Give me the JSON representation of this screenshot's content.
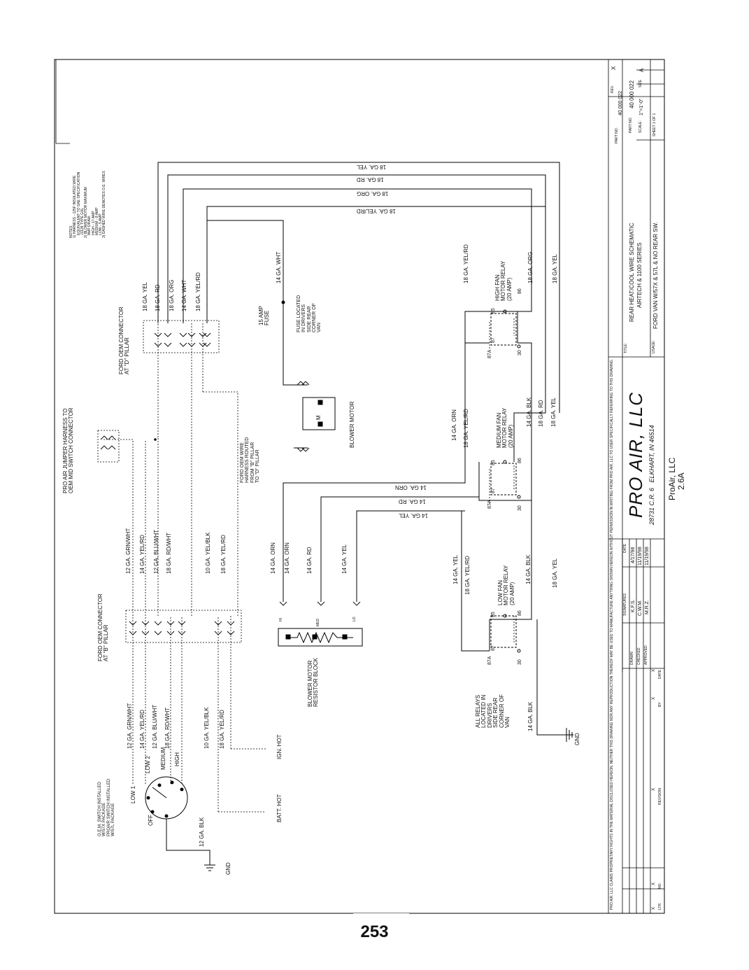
{
  "page_number": "253",
  "title_block": {
    "part_no_label": "PART NO.",
    "part_no": "40 000 022",
    "title_label": "TITLE:",
    "title_line1": "REAR HEAT/COOL WIRE SCHEMATIC",
    "title_line2": "AIRTECH & 1100 SERIES",
    "usage_label": "USAGE:",
    "usage": "FORD VAN W/57X & 57L & NO REAR SW.",
    "scale_label": "SCALE:",
    "scale": "1\"=1'-0\"",
    "size_label": "SIZE",
    "size": "A",
    "rev_label": "REV.",
    "rev": "X",
    "sheet": "SHEET 1 OF 1",
    "company": "PRO AIR, LLC",
    "address": "28731 C.R. 6   ELKHART, IN 46514",
    "footer_company": "ProAir, LLC",
    "footer_version": "2.6A",
    "signatures_label": "SIGNATURES",
    "date_label": "DATE",
    "drawn_label": "DRAWN",
    "drawn_by": "K.F.S.",
    "drawn_date": "4/17/98",
    "checked_label": "CHECKED",
    "checked_by": "C.W.M.",
    "checked_date": "11/19/98",
    "approved_label": "APPROVED",
    "approved_by": "M.R.Z.",
    "approved_date": "11/19/98",
    "revision_label": "REVISION",
    "by_label": "BY",
    "no_label": "NO.",
    "ltr_label": "LTR.",
    "x": "X",
    "proprietary_note": "PRO AIR, LLC CLAIMS PROPRIETARY RIGHTS IN THE MATERIAL DISCLOSED HEREON. NEITHER THIS DRAWING NOR ANY REPRODUCTION THEREOF MAY BE USED TO MANUFACTURE ANYTHING SHOWN HEREON WITHOUT PERMISSION IN WRITING FROM PRO AIR, LLC TO USER SPECIFICALLY REFERRING TO THIS DRAWING."
  },
  "notes": [
    "NOTES:",
    "1) HARNESS - 125F INSULATED WIRE",
    "   EQUIVALENT TO SAE SPECIFICATION",
    "   J1128 TYPE GXL",
    "2) BLOWER MOTOR MAXIMUM",
    "   AMP DRAW:",
    "   HIGH - 17 AMP",
    "   MEDIUM - 8 AMP",
    "   LOW - 5 AMP",
    "3) DASHED WIRE DENOTES O.E. WIRES"
  ],
  "labels": {
    "switch_note": [
      "O.E.M. SWITCH INSTALLED",
      "W/57X PACKAGE",
      "PROAIR SWITCH INSTALLED",
      "W/57L PACKAGE"
    ],
    "off": "OFF",
    "low1": "LOW 1",
    "low2": "LOW 2",
    "medium": "MEDIUM",
    "high": "HIGH",
    "ground_12": "12 GA. BLK",
    "gnd": "GND",
    "batt_hot": "BATT. HOT",
    "ign_hot": "IGN. HOT",
    "b_connector": [
      "FORD OEM CONNECTOR",
      "AT \"B\" PILLAR"
    ],
    "jumper": [
      "PRO AIR JUMPER HARNESS TO",
      "OEM MID SWITCH CONNECTOR"
    ],
    "d_connector": [
      "FORD OEM CONNECTOR",
      "AT \"D\" PILLAR"
    ],
    "ford_harness": [
      "FORD OEM WIRE",
      "HARNESS ROUTED",
      "FROM \"B\" PILLAR",
      "TO \"D\" PILLAR"
    ],
    "resistor_block": [
      "BLOWER MOTOR",
      "RESISTOR BLOCK"
    ],
    "blower_motor": "BLOWER MOTOR",
    "fuse": [
      "15 AMP",
      "FUSE"
    ],
    "fuse_loc": [
      "FUSE LOCATED",
      "IN DRIVERS",
      "SIDE REAR",
      "CORNER OF",
      "VAN"
    ],
    "relays_loc": [
      "ALL RELAYS",
      "LOCATED IN",
      "DRIVERS",
      "SIDE REAR",
      "CORNER OF",
      "VAN"
    ],
    "low_relay": [
      "LOW FAN",
      "MOTOR RELAY",
      "(20 AMP)"
    ],
    "med_relay": [
      "MEDIUM FAN",
      "MOTOR RELAY",
      "(20 AMP)"
    ],
    "high_relay": [
      "HIGH FAN",
      "MOTOR RELAY",
      "(20 AMP)"
    ],
    "res_hi": "HI",
    "res_med": "MED",
    "res_lo": "LO",
    "motor_m": "M",
    "pin85": "85",
    "pin86": "86",
    "pin87": "87",
    "pin87a": "87A",
    "pin30": "30"
  },
  "wires": {
    "left_set": [
      "12 GA. GRN/WHT",
      "14 GA. YEL/RD",
      "12 GA. BLU/WHT",
      "18 GA. RD/WHT",
      "10 GA. YEL/BLK",
      "18 GA. YEL/RD"
    ],
    "right_set": [
      "12 GA. GRN/WHT",
      "14 GA. YEL/RD",
      "12 GA. BLU/WHT",
      "18 GA. RD/WHT",
      "10 GA. YEL/BLK",
      "18 GA. YEL/RD"
    ],
    "to_resistor": [
      "14 GA. ORN",
      "14 GA. ORN",
      "14 GA. RD",
      "14 GA. YEL"
    ],
    "d_pillar": [
      "18 GA. YEL",
      "18 GA. RD",
      "18 GA. ORG",
      "14 GA. WHT",
      "18 GA. YEL/RD"
    ],
    "fuse_wire": "14 GA. WHT",
    "bus_top": [
      "18 GA. YEL",
      "18 GA. RD",
      "18 GA. ORG",
      "18 GA. YEL/RD"
    ],
    "bus_mid": [
      "14 GA. ORN",
      "14 GA. RD",
      "14 GA. YEL"
    ],
    "low_relay_in": [
      "14 GA. YEL",
      "18 GA. YEL/RD"
    ],
    "low_relay_out": [
      "14 GA. BLK",
      "18 GA. YEL"
    ],
    "med_relay_in": [
      "14 GA. ORN",
      "18 GA. YEL/RD"
    ],
    "med_relay_out": [
      "14 GA. BLK",
      "18 GA. RD",
      "18 GA. YEL"
    ],
    "high_relay_in": [
      "18 GA. YEL/RD"
    ],
    "high_relay_out": [
      "18 GA. ORG",
      "18 GA. YEL"
    ],
    "ground_14": "14 GA. BLK"
  }
}
